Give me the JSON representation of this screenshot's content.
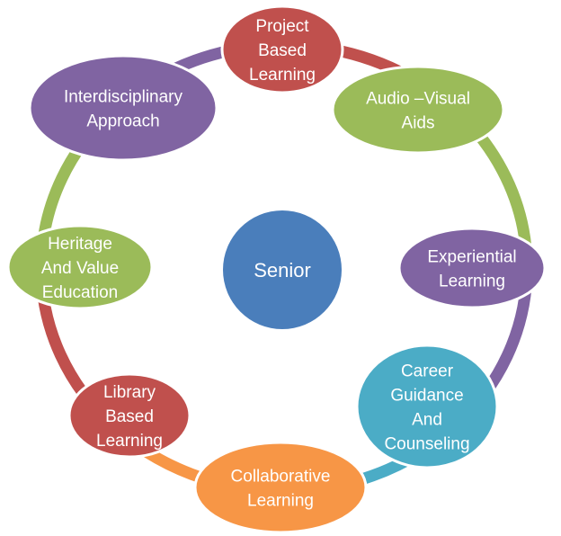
{
  "diagram": {
    "center": {
      "label": "Senior",
      "color": "#4A7EBB"
    },
    "nodes": [
      {
        "id": "project-based-learning",
        "lines": [
          "Project",
          "Based",
          "Learning"
        ],
        "color": "#C0504D"
      },
      {
        "id": "audio-visual-aids",
        "lines": [
          "Audio –Visual",
          "Aids"
        ],
        "color": "#9BBB59"
      },
      {
        "id": "experiential-learning",
        "lines": [
          "Experiential",
          "Learning"
        ],
        "color": "#8064A2"
      },
      {
        "id": "career-guidance-and-counseling",
        "lines": [
          "Career",
          "Guidance",
          "And",
          "Counseling"
        ],
        "color": "#4BACC6"
      },
      {
        "id": "collaborative-learning",
        "lines": [
          "Collaborative",
          "Learning"
        ],
        "color": "#F79646"
      },
      {
        "id": "library-based-learning",
        "lines": [
          "Library",
          "Based",
          "Learning"
        ],
        "color": "#C0504D"
      },
      {
        "id": "heritage-and-value-education",
        "lines": [
          "Heritage",
          "And Value",
          "Education"
        ],
        "color": "#9BBB59"
      },
      {
        "id": "interdisciplinary-approach",
        "lines": [
          "Interdisciplinary",
          "Approach"
        ],
        "color": "#8064A2"
      }
    ],
    "ring_segments": [
      {
        "from": "project-based-learning",
        "to": "audio-visual-aids",
        "color": "#C0504D"
      },
      {
        "from": "audio-visual-aids",
        "to": "experiential-learning",
        "color": "#9BBB59"
      },
      {
        "from": "experiential-learning",
        "to": "career-guidance-and-counseling",
        "color": "#8064A2"
      },
      {
        "from": "career-guidance-and-counseling",
        "to": "collaborative-learning",
        "color": "#4BACC6"
      },
      {
        "from": "collaborative-learning",
        "to": "library-based-learning",
        "color": "#F79646"
      },
      {
        "from": "library-based-learning",
        "to": "heritage-and-value-education",
        "color": "#C0504D"
      },
      {
        "from": "heritage-and-value-education",
        "to": "interdisciplinary-approach",
        "color": "#9BBB59"
      },
      {
        "from": "interdisciplinary-approach",
        "to": "project-based-learning",
        "color": "#8064A2"
      }
    ]
  }
}
